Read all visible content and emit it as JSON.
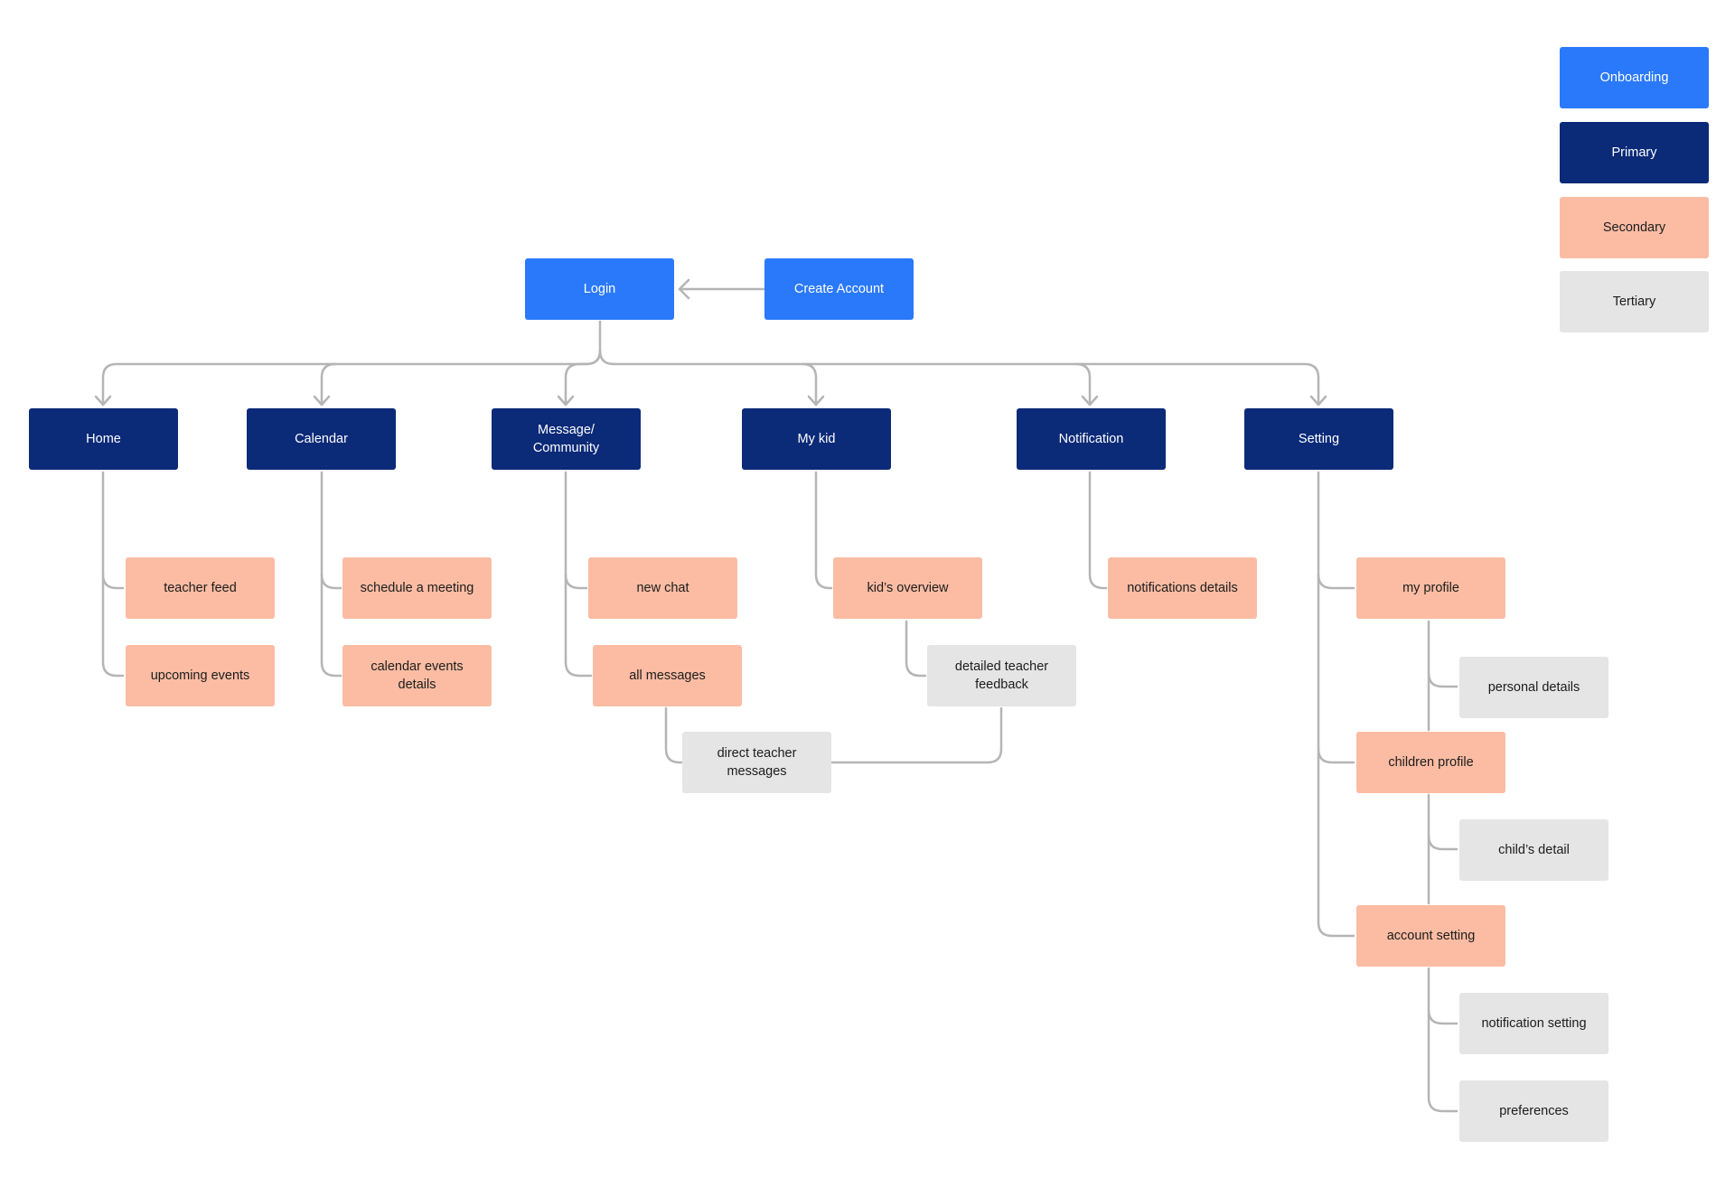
{
  "colors": {
    "onboarding": "#2a79fb",
    "primary": "#0b2a78",
    "secondary": "#fbbca3",
    "tertiary": "#e5e5e5",
    "connector": "#b5b5b5"
  },
  "legend": {
    "onboarding": "Onboarding",
    "primary": "Primary",
    "secondary": "Secondary",
    "tertiary": "Tertiary"
  },
  "nodes": {
    "login": "Login",
    "create_account": "Create Account",
    "home": "Home",
    "calendar": "Calendar",
    "message_community": "Message/\nCommunity",
    "my_kid": "My kid",
    "notification": "Notification",
    "setting": "Setting",
    "teacher_feed": "teacher feed",
    "upcoming_events": "upcoming events",
    "schedule_meeting": "schedule a meeting",
    "calendar_events_details": "calendar events\ndetails",
    "new_chat": "new chat",
    "all_messages": "all messages",
    "direct_teacher_messages": "direct teacher\nmessages",
    "kids_overview": "kid’s overview",
    "detailed_teacher_feedback": "detailed teacher\nfeedback",
    "notifications_details": "notifications details",
    "my_profile": "my profile",
    "personal_details": "personal details",
    "children_profile": "children profile",
    "childs_detail": "child’s detail",
    "account_setting": "account setting",
    "notification_setting": "notification setting",
    "preferences": "preferences"
  }
}
